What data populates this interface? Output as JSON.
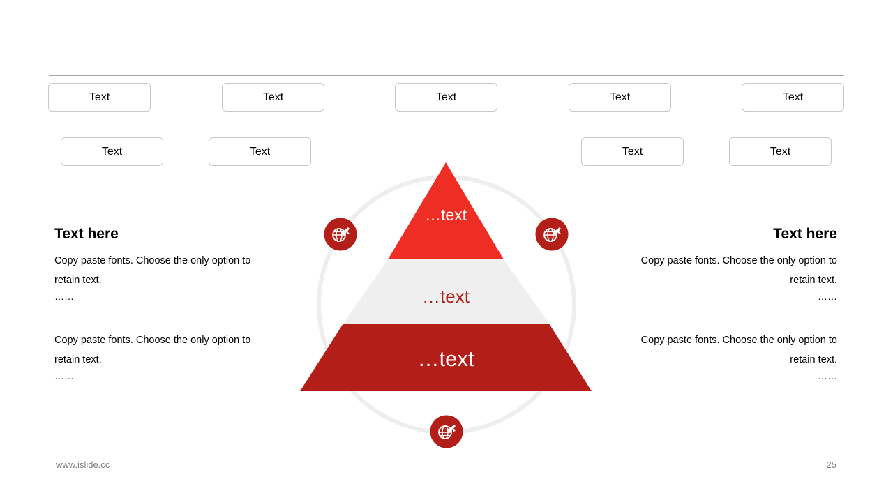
{
  "top_tags": [
    "Text",
    "Text",
    "Text",
    "Text",
    "Text"
  ],
  "second_tags": [
    "Text",
    "Text",
    "Text",
    "Text"
  ],
  "left_block": {
    "heading": "Text here",
    "para1": "Copy paste fonts. Choose the only option to retain text.",
    "dots1": "……",
    "para2": "Copy paste fonts. Choose the only option to retain text.",
    "dots2": "……"
  },
  "right_block": {
    "heading": "Text here",
    "para1": "Copy paste fonts. Choose the only option to retain text.",
    "dots1": "……",
    "para2": "Copy paste fonts. Choose the only option to retain text.",
    "dots2": "……"
  },
  "pyramid": {
    "top_label": "…text",
    "middle_label": "…text",
    "bottom_label": "…text"
  },
  "icons": [
    "globe-plane-icon",
    "globe-plane-icon",
    "globe-plane-icon"
  ],
  "colors": {
    "top": "#ee2d24",
    "middle": "#efefef",
    "bottom": "#b31f18",
    "middle_text": "#b31f18",
    "icon_bg": "#b31f18",
    "ring": "#eeeeee"
  },
  "footer": {
    "url": "www.islide.cc",
    "page": "25"
  }
}
